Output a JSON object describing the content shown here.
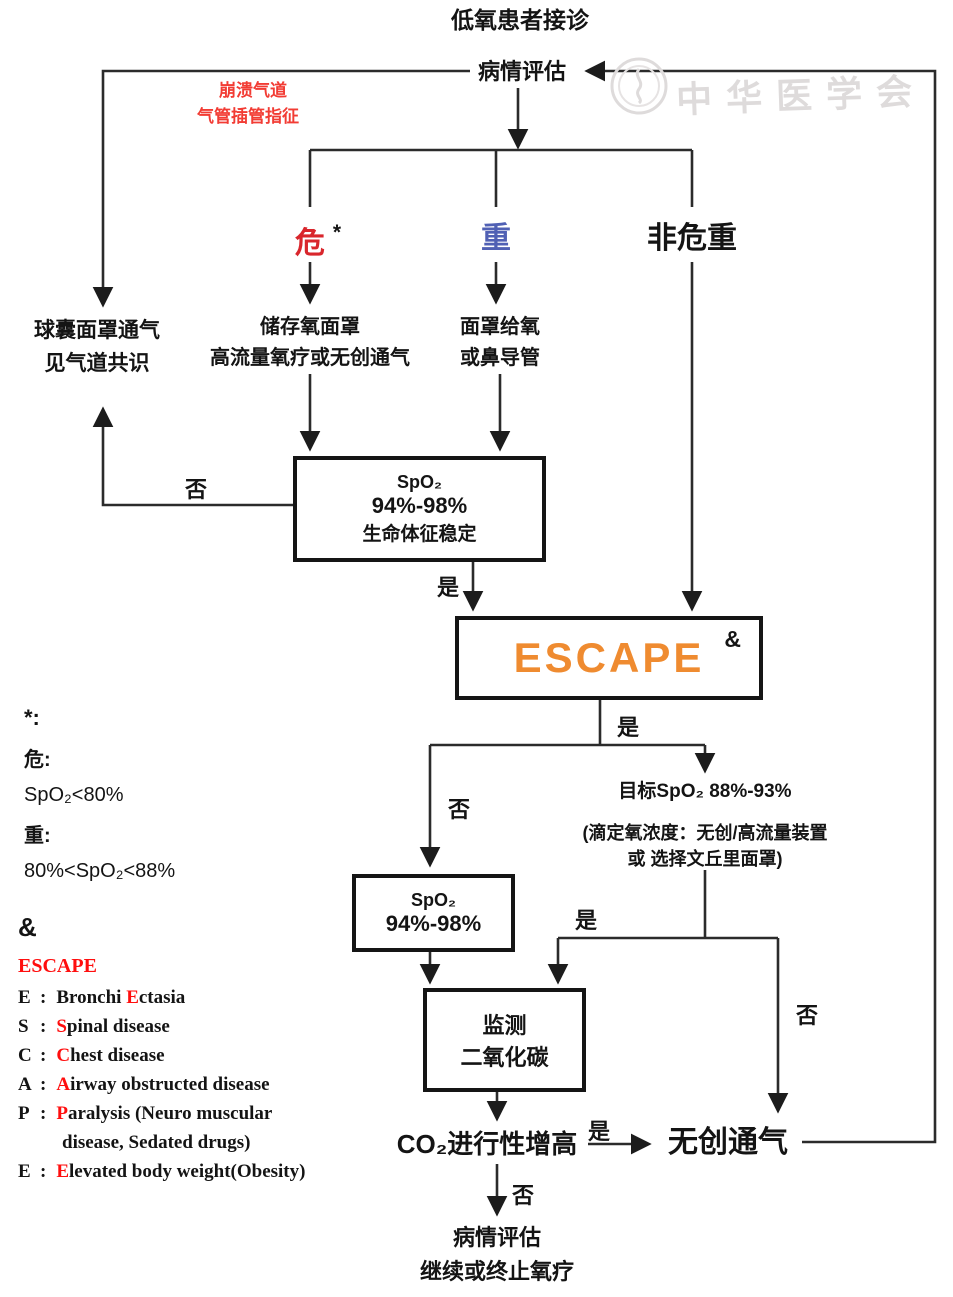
{
  "colors": {
    "red": "#d9262c",
    "note_red": "#f23c34",
    "blue": "#5060b4",
    "orange": "#ef8b30",
    "legend_red": "#ff0e0e",
    "line": "#2b2b2b",
    "watermark": "#dedbdb"
  },
  "edge_labels": {
    "yes": "是",
    "no": "否"
  },
  "nodes": {
    "start": "低氧患者接诊",
    "assess": "病情评估",
    "note_line1": "崩溃气道",
    "note_line2": "气管插管指征",
    "critical": "危",
    "critical_star": "*",
    "severe": "重",
    "non_critical": "非危重",
    "bag_mask_line1": "球囊面罩通气",
    "bag_mask_line2": "见气道共识",
    "reservoir_line1": "储存氧面罩",
    "reservoir_line2": "高流量氧疗或无创通气",
    "mask_line1": "面罩给氧",
    "mask_line2": "或鼻导管",
    "spo2_box1_line1": "SpO₂",
    "spo2_box1_line2": "94%-98%",
    "spo2_box1_line3": "生命体征稳定",
    "escape": "ESCAPE",
    "escape_sup": "&",
    "target_line1": "目标SpO₂ 88%-93%",
    "target_line2": "(滴定氧浓度：无创/高流量装置",
    "target_line3": "或 选择文丘里面罩)",
    "spo2_box2_line1": "SpO₂",
    "spo2_box2_line2": "94%-98%",
    "monitor_line1": "监测",
    "monitor_line2": "二氧化碳",
    "co2": "CO₂进行性增高",
    "niv": "无创通气",
    "reassess_line1": "病情评估",
    "reassess_line2": "继续或终止氧疗"
  },
  "legend_star": {
    "marker": "*:",
    "crit_label": "危:",
    "crit_value": "SpO₂<80%",
    "severe_label": "重:",
    "severe_value": "80%<SpO₂<88%"
  },
  "legend_escape": {
    "marker": "&",
    "title": "ESCAPE",
    "items": [
      {
        "letter": "E",
        "colon": ":",
        "pre": "Bronchi ",
        "red": "E",
        "rest": "ctasia",
        "rest2": ""
      },
      {
        "letter": "S",
        "colon": ":",
        "pre": "",
        "red": "S",
        "rest": "pinal disease",
        "rest2": ""
      },
      {
        "letter": "C",
        "colon": ":",
        "pre": "",
        "red": "C",
        "rest": "hest disease",
        "rest2": ""
      },
      {
        "letter": "A",
        "colon": ":",
        "pre": "",
        "red": "A",
        "rest": "irway obstructed disease",
        "rest2": ""
      },
      {
        "letter": "P",
        "colon": ":",
        "pre": "",
        "red": "P",
        "rest": "aralysis (Neuro muscular",
        "rest2": "disease, Sedated drugs)"
      },
      {
        "letter": "E",
        "colon": ":",
        "pre": "",
        "red": "E",
        "rest": "levated body weight(Obesity)",
        "rest2": ""
      }
    ]
  },
  "watermark": {
    "text": "中华医学会"
  }
}
